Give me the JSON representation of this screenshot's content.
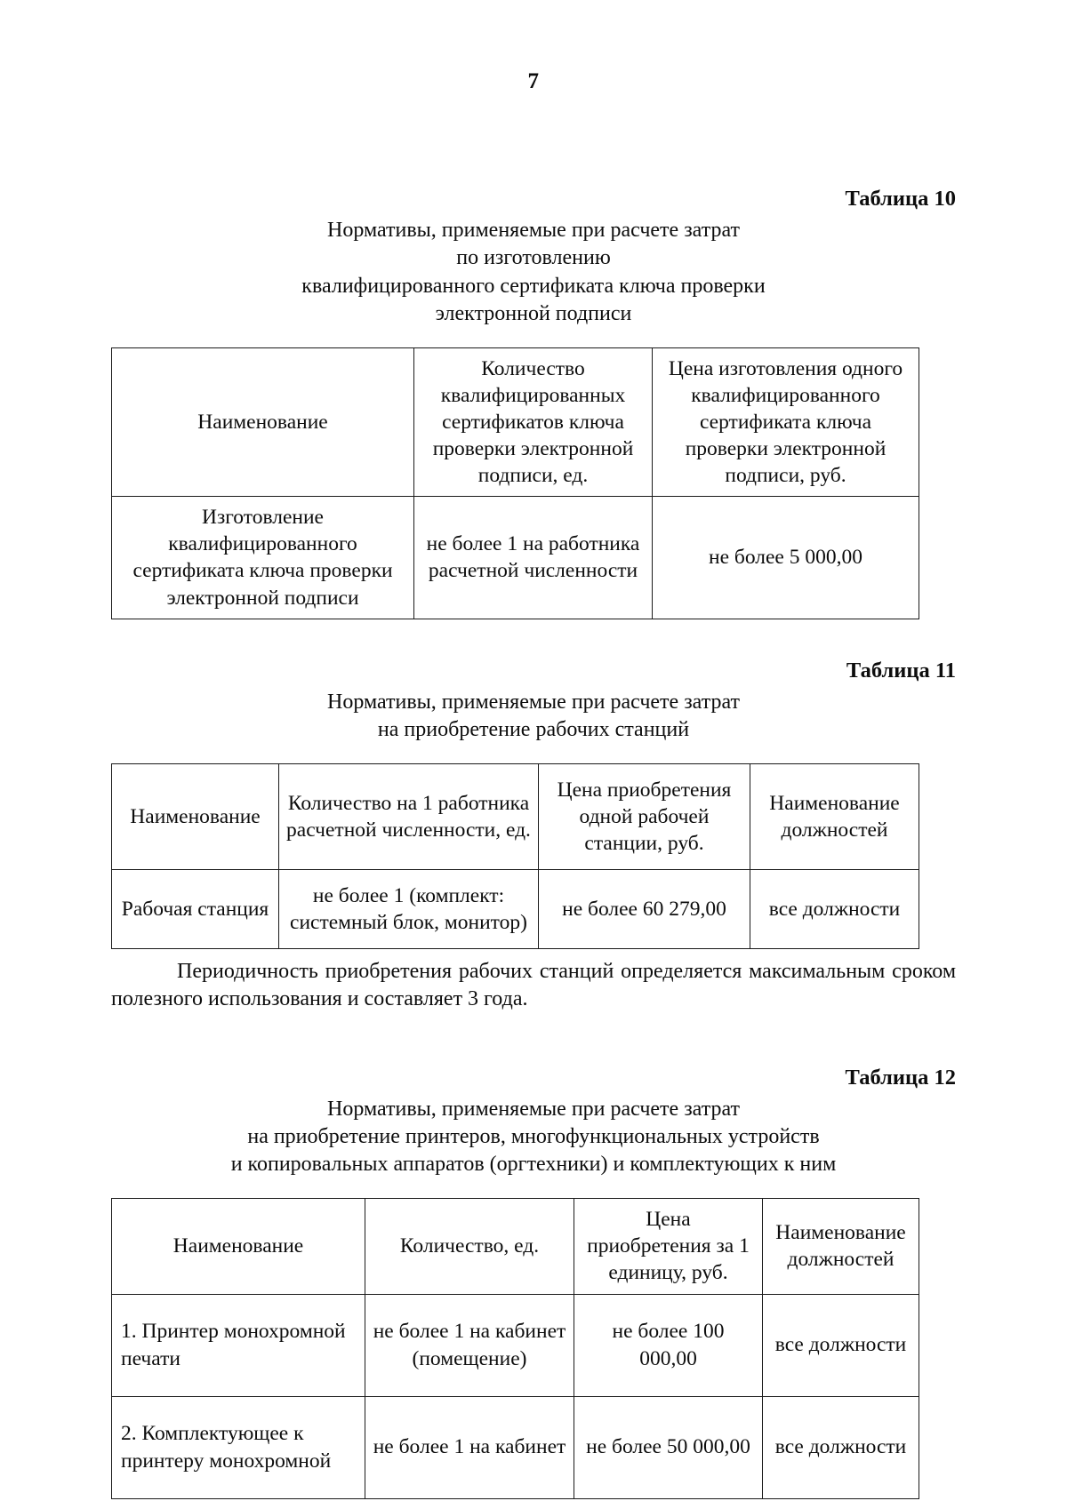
{
  "page": {
    "number": "7"
  },
  "tables": [
    {
      "label": "Таблица 10",
      "title_lines": [
        "Нормативы, применяемые при расчете затрат",
        "по изготовлению",
        "квалифицированного сертификата ключа проверки",
        "электронной подписи"
      ],
      "headers": [
        "Наименование",
        "Количество квалифицированных сертификатов ключа проверки электронной подписи, ед.",
        "Цена изготовления одного квалифицированного сертификата ключа проверки электронной подписи, руб."
      ],
      "rows": [
        [
          "Изготовление квалифицированного сертификата ключа проверки электронной подписи",
          "не более 1 на работника расчетной численности",
          "не более 5 000,00"
        ]
      ]
    },
    {
      "label": "Таблица 11",
      "title_lines": [
        "Нормативы, применяемые при расчете затрат",
        "на приобретение рабочих станций"
      ],
      "headers": [
        "Наименование",
        "Количество на 1 работника расчетной численности, ед.",
        "Цена приобретения одной рабочей станции, руб.",
        "Наименование должностей"
      ],
      "rows": [
        [
          "Рабочая станция",
          "не более 1 (комплект: системный блок, монитор)",
          "не более 60 279,00",
          "все должности"
        ]
      ],
      "note": "Периодичность приобретения рабочих станций определяется максимальным сроком полезного использования и составляет 3 года."
    },
    {
      "label": "Таблица 12",
      "title_lines": [
        "Нормативы, применяемые при расчете затрат",
        "на приобретение принтеров, многофункциональных устройств",
        "и копировальных аппаратов (оргтехники) и комплектующих к ним"
      ],
      "headers": [
        "Наименование",
        "Количество, ед.",
        "Цена приобретения за 1 единицу, руб.",
        "Наименование должностей"
      ],
      "rows": [
        [
          "1. Принтер монохромной печати",
          "не более 1 на кабинет (помещение)",
          "не более 100 000,00",
          "все должности"
        ],
        [
          "2. Комплектующее к принтеру монохромной",
          "не более 1 на кабинет",
          "не более 50 000,00",
          "все должности"
        ]
      ]
    }
  ]
}
